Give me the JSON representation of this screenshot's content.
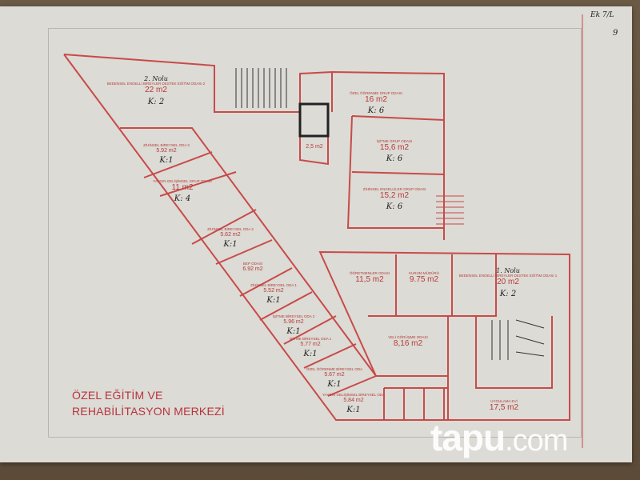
{
  "title_line1": "ÖZEL EĞİTİM VE",
  "title_line2": "REHABİLİTASYON MERKEZİ",
  "watermark": {
    "brand": "tapu",
    "suffix": ".com"
  },
  "annotations": {
    "corner_note": "Ek 7/L",
    "page_mark": "9"
  },
  "colors": {
    "wall": "#c84a4a",
    "text": "#b53a3a",
    "paper": "#dcdbd5"
  },
  "rooms": [
    {
      "name": "BEDENSEL ENGELLİ BİREYLER DESTEK EĞİTİM ODASI 2",
      "area": "22 m2",
      "note": "2. Nolu",
      "capacity": "K: 2"
    },
    {
      "name": "ZİHİNSEL BİREYSEL ODA 3",
      "area": "5.92 m2",
      "capacity": "K:1"
    },
    {
      "name": "YAYGIN GELİŞİMSEL GRUP ODASI",
      "area": "11 m2",
      "capacity": "K: 4"
    },
    {
      "name": "",
      "area": "2,5 m2"
    },
    {
      "name": "ÖZEL ÖĞRENME GRUP ODASI",
      "area": "16 m2",
      "capacity": "K: 6"
    },
    {
      "name": "İŞİTME GRUP ODASI",
      "area": "15,6 m2",
      "capacity": "K: 6"
    },
    {
      "name": "ZİHİNSEL ENGELLİLER GRUP ODASI",
      "area": "15,2 m2",
      "capacity": "K: 6"
    },
    {
      "name": "ZİHİNSEL BİREYSEL ODA 2",
      "area": "5.62 m2",
      "capacity": "K:1"
    },
    {
      "name": "BEP ODASI",
      "area": "6.92 m2"
    },
    {
      "name": "ZİHİNSEL BİREYSEL ODA 1",
      "area": "5.52 m2",
      "capacity": "K:1"
    },
    {
      "name": "İŞİTME BİREYSEL ODA 2",
      "area": "5.96 m2",
      "capacity": "K:1"
    },
    {
      "name": "İŞİTME BİREYSEL ODA 1",
      "area": "5.77 m2",
      "capacity": "K:1"
    },
    {
      "name": "ÖZEL ÖĞRENME BİREYSEL ODA",
      "area": "5.67 m2",
      "capacity": "K:1"
    },
    {
      "name": "YAYGIN GELİŞİMSEL BİREYSEL ODA",
      "area": "5.84 m2",
      "capacity": "K:1"
    },
    {
      "name": "ÖĞRETMENLER ODASI",
      "area": "11,5 m2"
    },
    {
      "name": "KURUM MÜDÜRÜ",
      "area": "9.75 m2"
    },
    {
      "name": "BEDENSEL ENGELLİ BİREYLER DESTEK EĞİTİM ODASI 1",
      "area": "20 m2",
      "note": "1. Nolu",
      "capacity": "K: 2"
    },
    {
      "name": "VELİ GÖRÜŞME ODASI",
      "area": "8,16 m2"
    },
    {
      "name": "UYGULAMA EVİ",
      "area": "17,5 m2"
    }
  ]
}
